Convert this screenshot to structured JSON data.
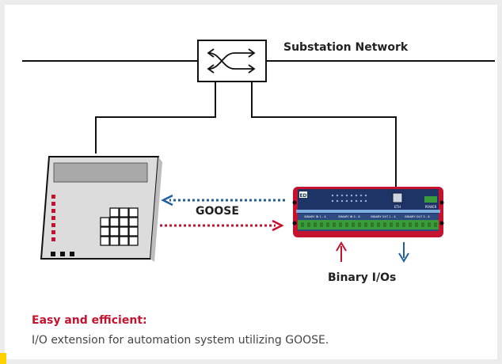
{
  "labels": {
    "network": "Substation Network",
    "goose": "GOOSE",
    "binary_ios": "Binary I/Os"
  },
  "caption": {
    "title": "Easy and efficient:",
    "body": "I/O extension for automation system utilizing GOOSE."
  },
  "device": {
    "logo": "ED",
    "port_label": "ETH",
    "power_label": "POWER",
    "terminal_labels": [
      "BINARY IN 1 - 4",
      "BINARY IN 5 - 8",
      "BINARY OUT 1 - 4",
      "BINARY OUT 5 - 8"
    ]
  },
  "colors": {
    "accent_red": "#c4122f",
    "accent_blue": "#1f5f9e",
    "device_navy": "#1e3366",
    "terminal_green": "#3a9b3a",
    "caption_text": "#444444"
  },
  "icons": [
    "switch-arrows-icon",
    "up-arrow-icon",
    "down-arrow-icon"
  ]
}
